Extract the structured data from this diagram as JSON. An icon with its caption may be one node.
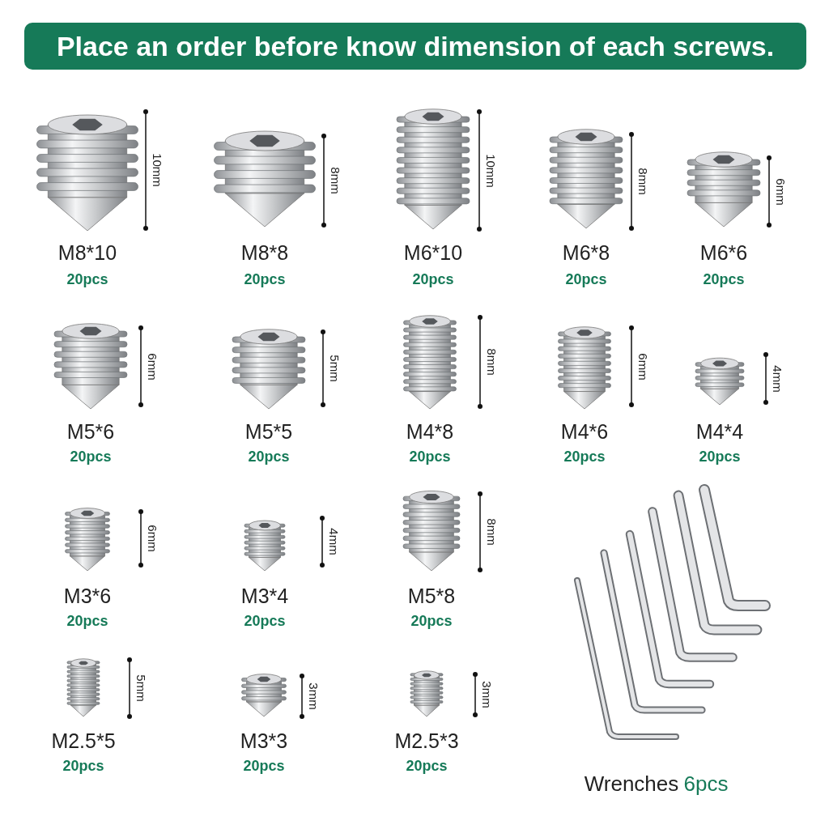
{
  "diagram": {
    "title": "Place an order before know dimension of each screws.",
    "labels": [
      "10mm",
      "M8*10",
      "20pcs",
      "8mm",
      "M8*8",
      "20pcs",
      "10mm",
      "M6*10",
      "20pcs",
      "8mm",
      "M6*8",
      "20pcs",
      "6mm",
      "M6*6",
      "20pcs",
      "6mm",
      "M5*6",
      "20pcs",
      "5mm",
      "M5*5",
      "20pcs",
      "8mm",
      "M4*8",
      "20pcs",
      "6mm",
      "M4*6",
      "20pcs",
      "4mm",
      "M4*4",
      "20pcs",
      "6mm",
      "M3*6",
      "20pcs",
      "4mm",
      "M3*4",
      "20pcs",
      "8mm",
      "M5*8",
      "20pcs",
      "5mm",
      "M2.5*5",
      "20pcs",
      "3mm",
      "M3*3",
      "20pcs",
      "3mm",
      "M2.5*3",
      "20pcs",
      "Wrenches",
      "6pcs"
    ]
  }
}
